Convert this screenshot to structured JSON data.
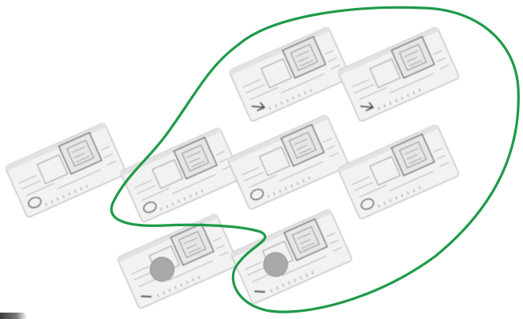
{
  "scene": {
    "outline_color": "#1f9a4a",
    "card_fill": "#f2f2f2",
    "card_edge": "#c4c4c4",
    "detail_color": "#7a7a7a",
    "disc_fill": "#a9a9a9",
    "cards": [
      {
        "id": "card-left-isolated",
        "in_group": false,
        "variant": "ring"
      },
      {
        "id": "card-top-middle",
        "in_group": true,
        "variant": "arrow"
      },
      {
        "id": "card-top-right",
        "in_group": true,
        "variant": "arrow"
      },
      {
        "id": "card-mid-1",
        "in_group": true,
        "variant": "ring"
      },
      {
        "id": "card-mid-2",
        "in_group": true,
        "variant": "ring"
      },
      {
        "id": "card-mid-3",
        "in_group": true,
        "variant": "ring"
      },
      {
        "id": "card-bottom-left",
        "in_group": false,
        "variant": "disc"
      },
      {
        "id": "card-bottom-middle",
        "in_group": true,
        "variant": "disc"
      }
    ]
  }
}
